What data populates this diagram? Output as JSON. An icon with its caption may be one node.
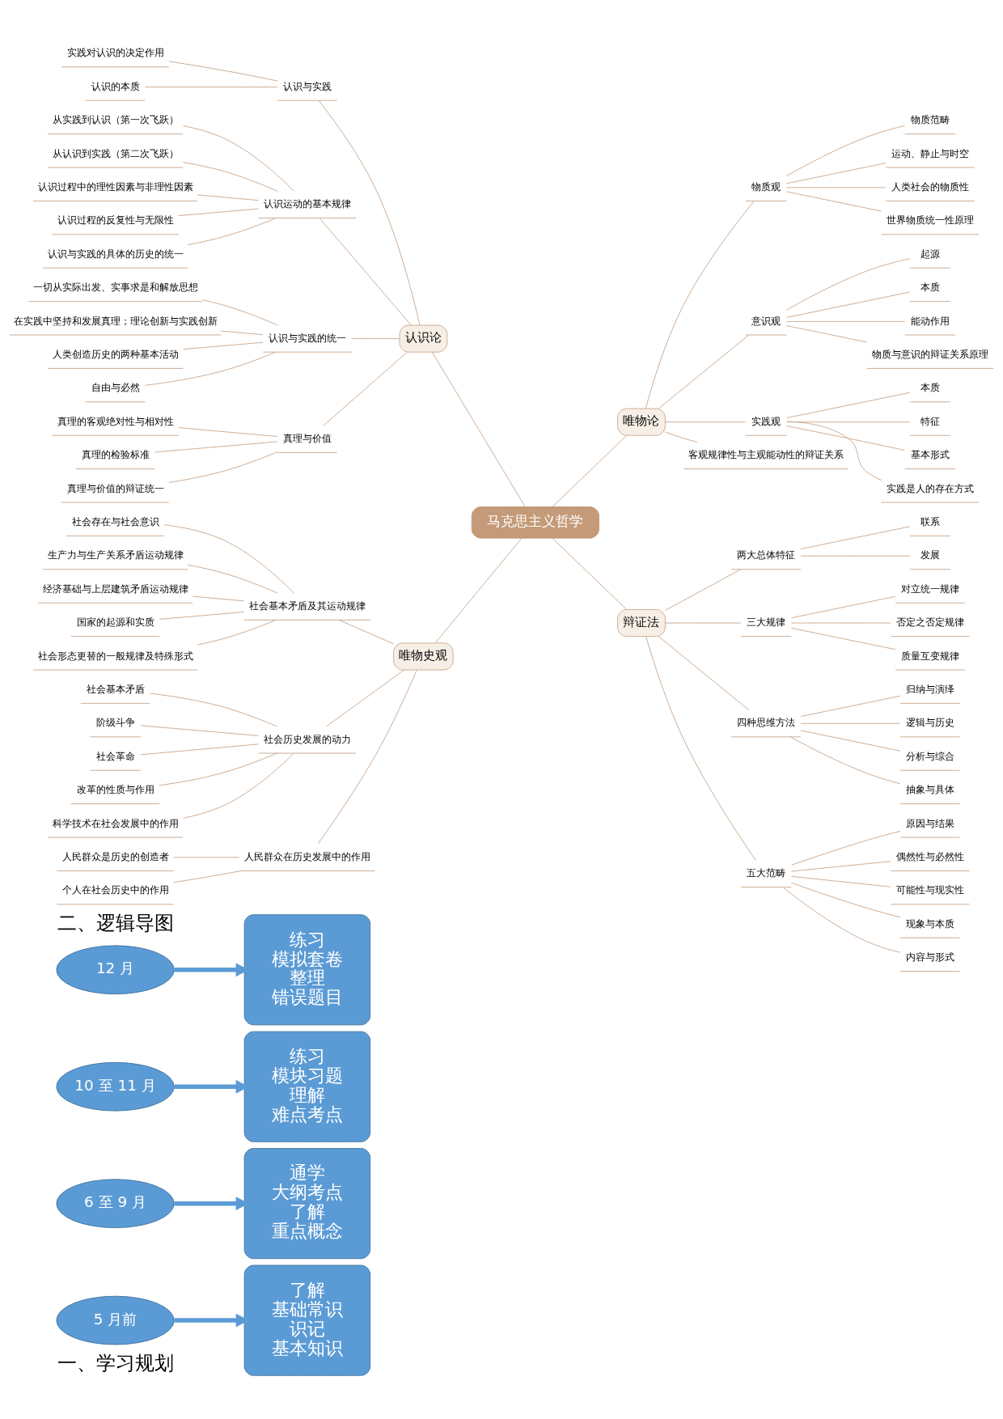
{
  "diagram": {
    "nodes": [
      {
        "text": [
          "5 月前"
        ]
      },
      {
        "text": [
          "6 至 9 月"
        ]
      },
      {
        "text": [
          "10 至 11 月"
        ]
      },
      {
        "text": [
          "12 月"
        ]
      },
      {
        "text": [
          "了解",
          "基础常识",
          "识记",
          "基本知识"
        ]
      },
      {
        "text": [
          "通学",
          "大纲考点",
          "了解",
          "重点概念"
        ]
      },
      {
        "text": [
          "练习",
          "模块习题",
          "理解",
          "难点考点"
        ]
      },
      {
        "text": [
          "练习",
          "模拟套卷",
          "整理",
          "错误题目"
        ]
      },
      {
        "text": [
          "马克思主义哲学"
        ]
      },
      {
        "text": [
          "认识论"
        ]
      },
      {
        "text": [
          "认识与实践"
        ]
      },
      {
        "text": [
          "实践对认识的决定作用"
        ]
      },
      {
        "text": [
          "认识的本质"
        ]
      },
      {
        "text": [
          "认识运动的基本规律"
        ]
      },
      {
        "text": [
          "从实践到认识（第一次飞跃）"
        ]
      },
      {
        "text": [
          "从认识到实践（第二次飞跃）"
        ]
      },
      {
        "text": [
          "认识过程中的理性因素与非理性因素"
        ]
      },
      {
        "text": [
          "认识过程的反复性与无限性"
        ]
      },
      {
        "text": [
          "认识与实践的具体的历史的统一"
        ]
      },
      {
        "text": [
          "认识与实践的统一"
        ]
      },
      {
        "text": [
          "一切从实际出发、实事求是和解放思想"
        ]
      },
      {
        "text": [
          "在实践中坚持和发展真理；理论创新与实践创新"
        ]
      },
      {
        "text": [
          "人类创造历史的两种基本活动"
        ]
      },
      {
        "text": [
          "自由与必然"
        ]
      },
      {
        "text": [
          "真理与价值"
        ]
      },
      {
        "text": [
          "真理的客观绝对性与相对性"
        ]
      },
      {
        "text": [
          "真理的检验标准"
        ]
      },
      {
        "text": [
          "真理与价值的辩证统一"
        ]
      },
      {
        "text": [
          "唯物史观"
        ]
      },
      {
        "text": [
          "社会基本矛盾及其运动规律"
        ]
      },
      {
        "text": [
          "社会存在与社会意识"
        ]
      },
      {
        "text": [
          "生产力与生产关系矛盾运动规律"
        ]
      },
      {
        "text": [
          "经济基础与上层建筑矛盾运动规律"
        ]
      },
      {
        "text": [
          "国家的起源和实质"
        ]
      },
      {
        "text": [
          "社会形态更替的一般规律及特殊形式"
        ]
      },
      {
        "text": [
          "社会历史发展的动力"
        ]
      },
      {
        "text": [
          "社会基本矛盾"
        ]
      },
      {
        "text": [
          "阶级斗争"
        ]
      },
      {
        "text": [
          "社会革命"
        ]
      },
      {
        "text": [
          "改革的性质与作用"
        ]
      },
      {
        "text": [
          "科学技术在社会发展中的作用"
        ]
      },
      {
        "text": [
          "人民群众在历史发展中的作用"
        ]
      },
      {
        "text": [
          "人民群众是历史的创造者"
        ]
      },
      {
        "text": [
          "个人在社会历史中的作用"
        ]
      },
      {
        "text": [
          "唯物论"
        ]
      },
      {
        "text": [
          "物质观"
        ]
      },
      {
        "text": [
          "物质范畴"
        ]
      },
      {
        "text": [
          "运动、静止与时空"
        ]
      },
      {
        "text": [
          "人类社会的物质性"
        ]
      },
      {
        "text": [
          "世界物质统一性原理"
        ]
      },
      {
        "text": [
          "意识观"
        ]
      },
      {
        "text": [
          "起源"
        ]
      },
      {
        "text": [
          "本质"
        ]
      },
      {
        "text": [
          "能动作用"
        ]
      },
      {
        "text": [
          "物质与意识的辩证关系原理"
        ]
      },
      {
        "text": [
          "实践观"
        ]
      },
      {
        "text": [
          "本质"
        ]
      },
      {
        "text": [
          "特征"
        ]
      },
      {
        "text": [
          "基本形式"
        ]
      },
      {
        "text": [
          "实践是人的存在方式"
        ]
      },
      {
        "text": [
          "客观规律性与主观能动性的辩证关系"
        ]
      },
      {
        "text": [
          "辩证法"
        ]
      },
      {
        "text": [
          "两大总体特征"
        ]
      },
      {
        "text": [
          "联系"
        ]
      },
      {
        "text": [
          "发展"
        ]
      },
      {
        "text": [
          "三大规律"
        ]
      },
      {
        "text": [
          "对立统一规律"
        ]
      },
      {
        "text": [
          "否定之否定规律"
        ]
      },
      {
        "text": [
          "质量互变规律"
        ]
      },
      {
        "text": [
          "四种思维方法"
        ]
      },
      {
        "text": [
          "归纳与演绎"
        ]
      },
      {
        "text": [
          "逻辑与历史"
        ]
      },
      {
        "text": [
          "分析与综合"
        ]
      },
      {
        "text": [
          "抽象与具体"
        ]
      },
      {
        "text": [
          "五大范畴"
        ]
      },
      {
        "text": [
          "原因与结果"
        ]
      },
      {
        "text": [
          "偶然性与必然性"
        ]
      },
      {
        "text": [
          "可能性与现实性"
        ]
      },
      {
        "text": [
          "现象与本质"
        ]
      },
      {
        "text": [
          "内容与形式"
        ]
      }
    ],
    "edges": [
      {
        "from": 0,
        "to": 4,
        "arrow": "to",
        "style": "thick",
        "color": "#5b9bd5"
      },
      {
        "from": 1,
        "to": 5,
        "arrow": "to",
        "style": "thick",
        "color": "#5b9bd5"
      },
      {
        "from": 2,
        "to": 6,
        "arrow": "to",
        "style": "thick",
        "color": "#5b9bd5"
      },
      {
        "from": 3,
        "to": 7,
        "arrow": "to",
        "style": "thick",
        "color": "#5b9bd5"
      },
      {
        "from": 8,
        "to": 9,
        "arrow": "none"
      },
      {
        "from": 9,
        "to": 10,
        "arrow": "none"
      },
      {
        "from": 10,
        "to": 11,
        "arrow": "none"
      },
      {
        "from": 10,
        "to": 12,
        "arrow": "none"
      },
      {
        "from": 9,
        "to": 13,
        "arrow": "none"
      },
      {
        "from": 13,
        "to": 14,
        "arrow": "none"
      },
      {
        "from": 13,
        "to": 15,
        "arrow": "none"
      },
      {
        "from": 13,
        "to": 16,
        "arrow": "none"
      },
      {
        "from": 13,
        "to": 17,
        "arrow": "none"
      },
      {
        "from": 13,
        "to": 18,
        "arrow": "none"
      },
      {
        "from": 9,
        "to": 19,
        "arrow": "none"
      },
      {
        "from": 19,
        "to": 20,
        "arrow": "none"
      },
      {
        "from": 19,
        "to": 21,
        "arrow": "none"
      },
      {
        "from": 19,
        "to": 22,
        "arrow": "none"
      },
      {
        "from": 19,
        "to": 23,
        "arrow": "none"
      },
      {
        "from": 9,
        "to": 24,
        "arrow": "none"
      },
      {
        "from": 24,
        "to": 25,
        "arrow": "none"
      },
      {
        "from": 24,
        "to": 26,
        "arrow": "none"
      },
      {
        "from": 24,
        "to": 27,
        "arrow": "none"
      },
      {
        "from": 8,
        "to": 28,
        "arrow": "none"
      },
      {
        "from": 28,
        "to": 29,
        "arrow": "none"
      },
      {
        "from": 29,
        "to": 30,
        "arrow": "none"
      },
      {
        "from": 29,
        "to": 31,
        "arrow": "none"
      },
      {
        "from": 29,
        "to": 32,
        "arrow": "none"
      },
      {
        "from": 29,
        "to": 33,
        "arrow": "none"
      },
      {
        "from": 29,
        "to": 34,
        "arrow": "none"
      },
      {
        "from": 28,
        "to": 35,
        "arrow": "none"
      },
      {
        "from": 35,
        "to": 36,
        "arrow": "none"
      },
      {
        "from": 35,
        "to": 37,
        "arrow": "none"
      },
      {
        "from": 35,
        "to": 38,
        "arrow": "none"
      },
      {
        "from": 35,
        "to": 39,
        "arrow": "none"
      },
      {
        "from": 35,
        "to": 40,
        "arrow": "none"
      },
      {
        "from": 28,
        "to": 41,
        "arrow": "none"
      },
      {
        "from": 41,
        "to": 42,
        "arrow": "none"
      },
      {
        "from": 41,
        "to": 43,
        "arrow": "none"
      },
      {
        "from": 8,
        "to": 44,
        "arrow": "none"
      },
      {
        "from": 44,
        "to": 45,
        "arrow": "none"
      },
      {
        "from": 45,
        "to": 46,
        "arrow": "none"
      },
      {
        "from": 45,
        "to": 47,
        "arrow": "none"
      },
      {
        "from": 45,
        "to": 48,
        "arrow": "none"
      },
      {
        "from": 45,
        "to": 49,
        "arrow": "none"
      },
      {
        "from": 44,
        "to": 50,
        "arrow": "none"
      },
      {
        "from": 50,
        "to": 51,
        "arrow": "none"
      },
      {
        "from": 50,
        "to": 52,
        "arrow": "none"
      },
      {
        "from": 50,
        "to": 53,
        "arrow": "none"
      },
      {
        "from": 50,
        "to": 54,
        "arrow": "none"
      },
      {
        "from": 44,
        "to": 55,
        "arrow": "none"
      },
      {
        "from": 55,
        "to": 56,
        "arrow": "none"
      },
      {
        "from": 55,
        "to": 57,
        "arrow": "none"
      },
      {
        "from": 55,
        "to": 58,
        "arrow": "none"
      },
      {
        "from": 55,
        "to": 59,
        "arrow": "none"
      },
      {
        "from": 44,
        "to": 60,
        "arrow": "none"
      },
      {
        "from": 8,
        "to": 61,
        "arrow": "none"
      },
      {
        "from": 61,
        "to": 62,
        "arrow": "none"
      },
      {
        "from": 62,
        "to": 63,
        "arrow": "none"
      },
      {
        "from": 62,
        "to": 64,
        "arrow": "none"
      },
      {
        "from": 61,
        "to": 65,
        "arrow": "none"
      },
      {
        "from": 65,
        "to": 66,
        "arrow": "none"
      },
      {
        "from": 65,
        "to": 67,
        "arrow": "none"
      },
      {
        "from": 65,
        "to": 68,
        "arrow": "none"
      },
      {
        "from": 61,
        "to": 69,
        "arrow": "none"
      },
      {
        "from": 69,
        "to": 70,
        "arrow": "none"
      },
      {
        "from": 69,
        "to": 71,
        "arrow": "none"
      },
      {
        "from": 69,
        "to": 72,
        "arrow": "none"
      },
      {
        "from": 69,
        "to": 73,
        "arrow": "none"
      },
      {
        "from": 61,
        "to": 74,
        "arrow": "none"
      },
      {
        "from": 74,
        "to": 75,
        "arrow": "none"
      },
      {
        "from": 74,
        "to": 76,
        "arrow": "none"
      },
      {
        "from": 74,
        "to": 77,
        "arrow": "none"
      },
      {
        "from": 74,
        "to": 78,
        "arrow": "none"
      },
      {
        "from": 74,
        "to": 79,
        "arrow": "none"
      }
    ],
    "labels": [
      "一、学习规划",
      "二、逻辑导图"
    ]
  }
}
